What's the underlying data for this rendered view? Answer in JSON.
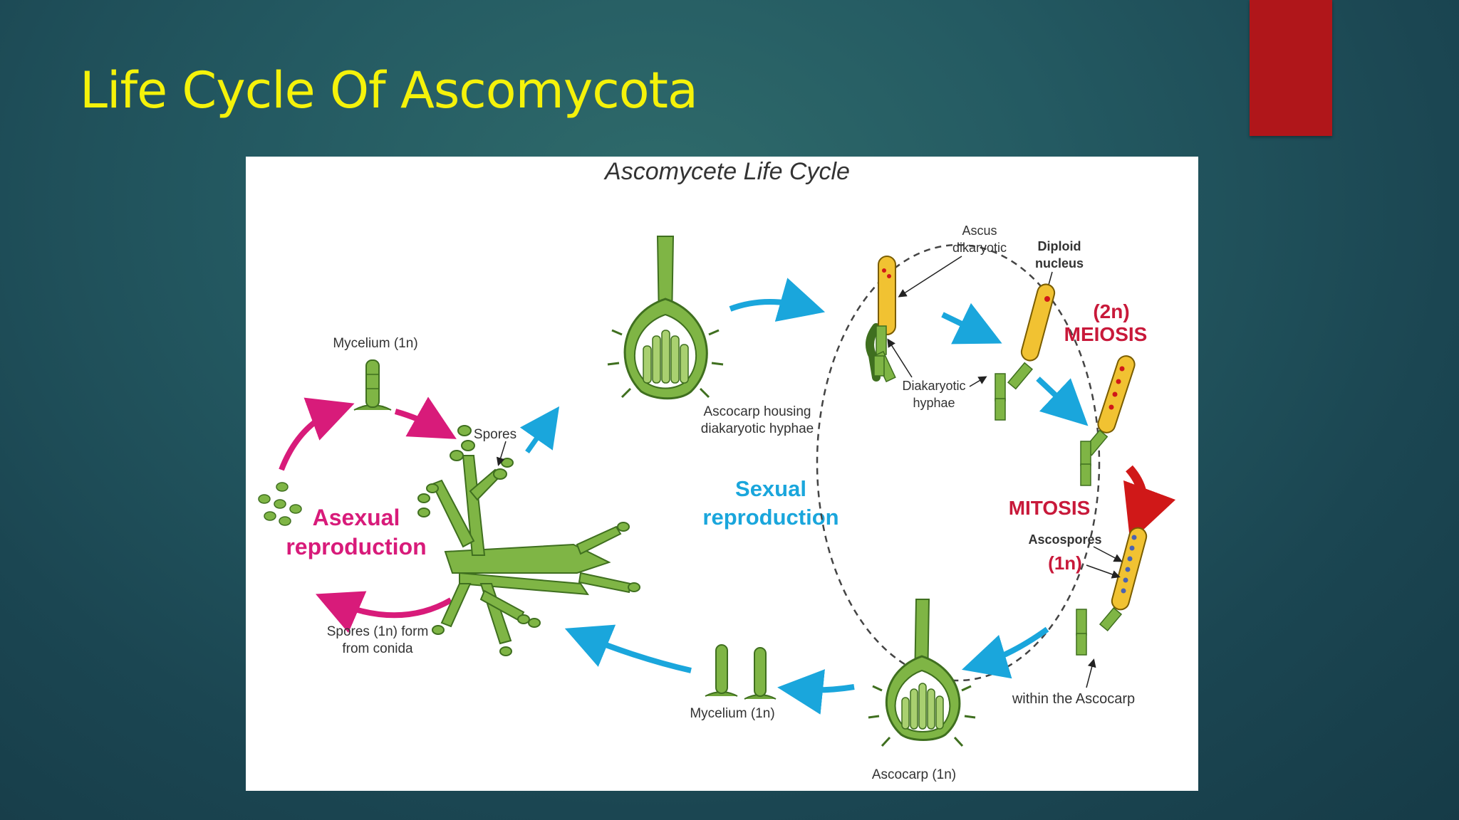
{
  "slide": {
    "title": "Life Cycle Of Ascomycota",
    "title_color": "#f5f20a",
    "accent_color": "#b0161a"
  },
  "diagram": {
    "title": "Ascomycete Life Cycle",
    "labels": {
      "mycelium_top": "Mycelium (1n)",
      "spores": "Spores",
      "asexual_line1": "Asexual",
      "asexual_line2": "reproduction",
      "spores_form_line1": "Spores (1n) form",
      "spores_form_line2": "from conida",
      "ascocarp_housing_line1": "Ascocarp housing",
      "ascocarp_housing_line2": "diakaryotic hyphae",
      "sexual_line1": "Sexual",
      "sexual_line2": "reproduction",
      "ascus_line1": "Ascus",
      "ascus_line2": "dikaryotic",
      "diploid_line1": "Diploid",
      "diploid_line2": "nucleus",
      "diakaryotic_line1": "Diakaryotic",
      "diakaryotic_line2": "hyphae",
      "two_n": "(2n)",
      "meiosis": "MEIOSIS",
      "mitosis": "MITOSIS",
      "ascospores": "Ascospores",
      "one_n": "(1n)",
      "within_ascocarp": "within the Ascocarp",
      "mycelium_bottom": "Mycelium (1n)",
      "ascocarp_bottom": "Ascocarp (1n)"
    },
    "colors": {
      "magenta": "#d81b7a",
      "cyan": "#1aa6dc",
      "red_text": "#c8193a",
      "green": "#6fa53a",
      "dark_green": "#3f6f1f",
      "yellow": "#f1c232"
    }
  }
}
